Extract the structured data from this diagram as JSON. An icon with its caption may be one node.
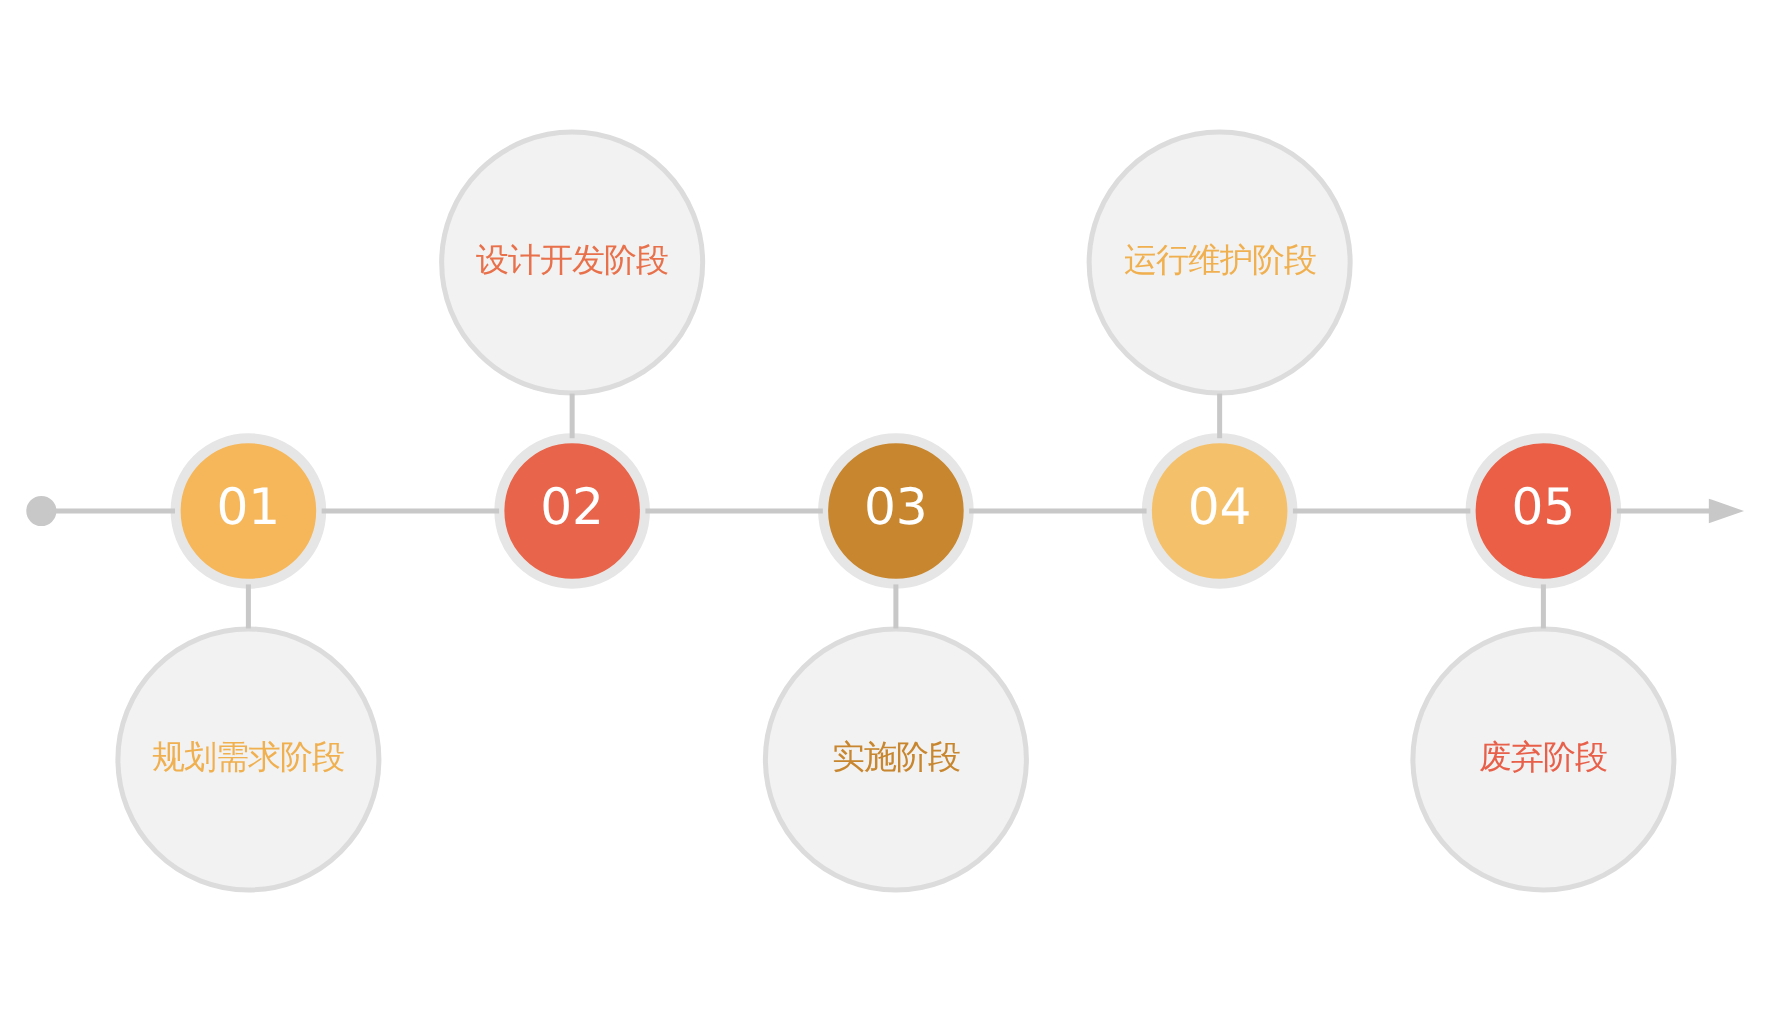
{
  "diagram": {
    "nodes": [
      {
        "text": [],
        "shape": "circle"
      },
      {
        "text": [
          "01"
        ]
      },
      {
        "text": [
          "02"
        ]
      },
      {
        "text": [
          "03"
        ]
      },
      {
        "text": [
          "04"
        ]
      },
      {
        "text": [
          "05"
        ]
      },
      {
        "text": [
          "设计开发阶段"
        ]
      },
      {
        "text": [
          "运行维护阶段"
        ]
      },
      {
        "text": [
          "规划需求阶段"
        ]
      },
      {
        "text": [
          "实施阶段"
        ]
      },
      {
        "text": [
          "废弃阶段"
        ]
      }
    ],
    "edges": [
      {
        "from": 0,
        "to": 1,
        "arrow": "none"
      },
      {
        "from": 1,
        "to": 2,
        "arrow": "none"
      },
      {
        "from": 2,
        "to": 3,
        "arrow": "none"
      },
      {
        "from": 3,
        "to": 4,
        "arrow": "none"
      },
      {
        "from": 4,
        "to": 5,
        "arrow": "none"
      },
      {
        "from": 5,
        "to": null,
        "arrow": "to"
      },
      {
        "from": 6,
        "to": 2,
        "arrow": "none"
      },
      {
        "from": 7,
        "to": 4,
        "arrow": "none"
      },
      {
        "from": 1,
        "to": 8,
        "arrow": "none"
      },
      {
        "from": 3,
        "to": 9,
        "arrow": "none"
      },
      {
        "from": 5,
        "to": 10,
        "arrow": "none"
      }
    ]
  }
}
